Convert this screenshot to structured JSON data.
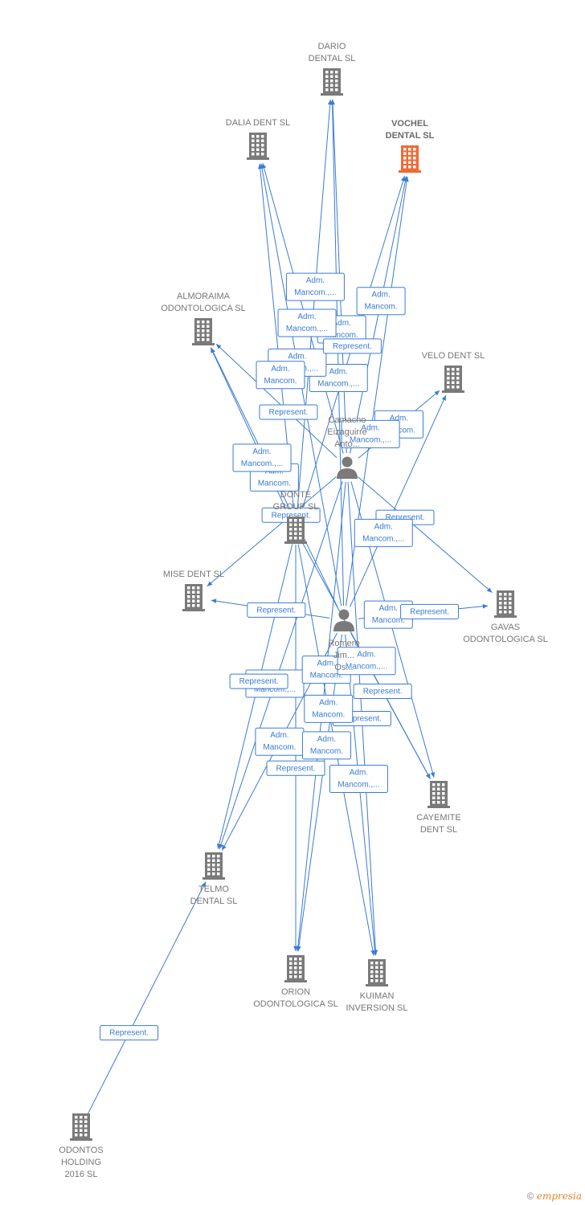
{
  "colors": {
    "company": "#7a7a7a",
    "focus_company": "#f06a35",
    "person": "#7a7a7a",
    "edge": "#3a7bd5"
  },
  "nodes": [
    {
      "id": "dario",
      "type": "company",
      "lines": [
        "DARIO",
        "DENTAL SL"
      ]
    },
    {
      "id": "dalia",
      "type": "company",
      "lines": [
        "DALIA DENT SL"
      ]
    },
    {
      "id": "vochel",
      "type": "company",
      "focus": true,
      "lines": [
        "VOCHEL",
        "DENTAL  SL"
      ]
    },
    {
      "id": "almoraima",
      "type": "company",
      "lines": [
        "ALMORAIMA",
        "ODONTOLOGICA SL"
      ]
    },
    {
      "id": "velo",
      "type": "company",
      "lines": [
        "VELO DENT SL"
      ]
    },
    {
      "id": "camacho",
      "type": "person",
      "lines": [
        "Camacho",
        "Eizaguirre",
        "Anto..."
      ]
    },
    {
      "id": "donte",
      "type": "company",
      "lines": [
        "DONTE",
        "GROUP  SL"
      ]
    },
    {
      "id": "mise",
      "type": "company",
      "lines": [
        "MISE DENT SL"
      ]
    },
    {
      "id": "gavas",
      "type": "company",
      "lines": [
        "GAVAS",
        "ODONTOLOGICA SL"
      ]
    },
    {
      "id": "romero",
      "type": "person",
      "lines": [
        "Romero",
        "Jim...",
        "Os..."
      ]
    },
    {
      "id": "cayemite",
      "type": "company",
      "lines": [
        "CAYEMITE",
        "DENT SL"
      ]
    },
    {
      "id": "telmo",
      "type": "company",
      "lines": [
        "TELMO",
        "DENTAL SL"
      ]
    },
    {
      "id": "orion",
      "type": "company",
      "lines": [
        "ORION",
        "ODONTOLOGICA SL"
      ]
    },
    {
      "id": "kuiman",
      "type": "company",
      "lines": [
        "KUIMAN",
        "INVERSION SL"
      ]
    },
    {
      "id": "odontos",
      "type": "company",
      "lines": [
        "ODONTOS",
        "HOLDING",
        "2016  SL"
      ]
    }
  ],
  "edges": [
    {
      "from": "camacho",
      "to": "dario",
      "label": [
        "Adm.",
        "Mancom."
      ]
    },
    {
      "from": "camacho",
      "to": "dalia",
      "label": [
        "Adm.",
        "Mancom.,..."
      ]
    },
    {
      "from": "camacho",
      "to": "vochel",
      "label": [
        "Adm.",
        "Mancom."
      ]
    },
    {
      "from": "camacho",
      "to": "almoraima",
      "label": [
        "Represent."
      ]
    },
    {
      "from": "camacho",
      "to": "velo",
      "label": [
        "Adm.",
        "Mancom."
      ]
    },
    {
      "from": "camacho",
      "to": "gavas",
      "label": [
        "Represent."
      ]
    },
    {
      "from": "camacho",
      "to": "cayemite",
      "label": [
        "Adm.",
        "Mancom."
      ]
    },
    {
      "from": "camacho",
      "to": "telmo",
      "label": [
        "Adm.",
        "Mancom.,..."
      ]
    },
    {
      "from": "camacho",
      "to": "orion",
      "label": [
        "Adm.",
        "Mancom."
      ]
    },
    {
      "from": "camacho",
      "to": "kuiman",
      "label": [
        "Represent."
      ]
    },
    {
      "from": "camacho",
      "to": "mise",
      "label": [
        "Represent."
      ]
    },
    {
      "from": "romero",
      "to": "dario",
      "label": [
        "Adm.",
        "Mancom.,..."
      ]
    },
    {
      "from": "romero",
      "to": "dalia",
      "label": [
        "Adm.",
        "Mancom.,..."
      ]
    },
    {
      "from": "romero",
      "to": "vochel",
      "label": [
        "Adm.",
        "Mancom.,..."
      ]
    },
    {
      "from": "romero",
      "to": "almoraima",
      "label": [
        "Adm.",
        "Mancom."
      ]
    },
    {
      "from": "romero",
      "to": "velo",
      "label": [
        "Adm.",
        "Mancom.,..."
      ]
    },
    {
      "from": "romero",
      "to": "mise",
      "label": [
        "Represent."
      ]
    },
    {
      "from": "romero",
      "to": "gavas",
      "label": [
        "Represent."
      ]
    },
    {
      "from": "romero",
      "to": "cayemite",
      "label": [
        "Represent."
      ]
    },
    {
      "from": "romero",
      "to": "telmo",
      "label": [
        "Adm.",
        "Mancom."
      ]
    },
    {
      "from": "romero",
      "to": "orion",
      "label": [
        "Adm.",
        "Mancom."
      ]
    },
    {
      "from": "romero",
      "to": "kuiman",
      "label": [
        "Adm.",
        "Mancom.,..."
      ]
    },
    {
      "from": "donte",
      "to": "dario",
      "label": [
        "Adm.",
        "Mancom.,..."
      ]
    },
    {
      "from": "donte",
      "to": "dalia",
      "label": [
        "Adm.",
        "Mancom."
      ]
    },
    {
      "from": "donte",
      "to": "vochel",
      "label": [
        "Represent."
      ]
    },
    {
      "from": "donte",
      "to": "almoraima",
      "label": [
        "Adm.",
        "Mancom.,..."
      ]
    },
    {
      "from": "donte",
      "to": "telmo",
      "label": [
        "Represent."
      ]
    },
    {
      "from": "donte",
      "to": "orion",
      "label": [
        "Represent."
      ]
    },
    {
      "from": "donte",
      "to": "kuiman",
      "label": [
        "Adm.",
        "Mancom."
      ]
    },
    {
      "from": "donte",
      "to": "cayemite",
      "label": [
        "Adm.",
        "Mancom.,..."
      ]
    },
    {
      "from": "odontos",
      "to": "telmo",
      "label": [
        "Represent."
      ]
    }
  ],
  "footer": {
    "copyright": "©",
    "brand": "empresia"
  }
}
